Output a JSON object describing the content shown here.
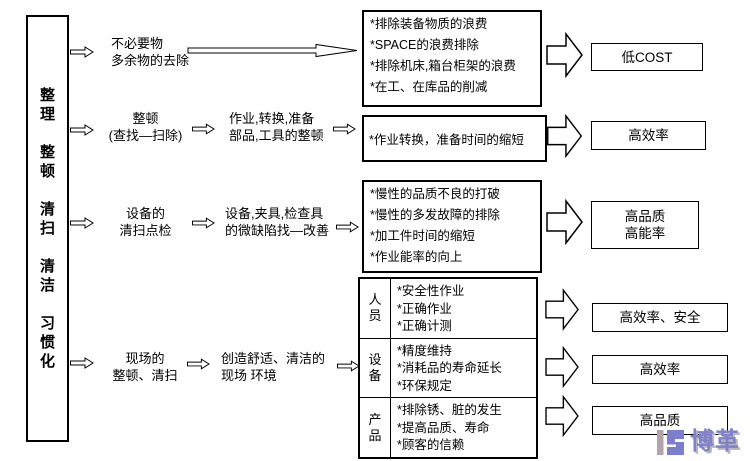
{
  "left_panel": {
    "text": "整\n理\n\n整\n顿\n\n清\n扫\n\n清\n洁\n\n习\n惯\n化"
  },
  "rows": [
    {
      "label": "不必要物\n多余物的去除",
      "effects": [
        "*排除装备物质的浪费",
        "*SPACE的浪费排除",
        "*排除机床,箱台柜架的浪费",
        "*在工、在库品的削减"
      ],
      "result": "低COST"
    },
    {
      "label": "整顿\n(查找—扫除)",
      "middle": "作业,转换,准备\n部品,工具的整顿",
      "effects": [
        "*作业转换，准备时间的缩短"
      ],
      "result": "高效率"
    },
    {
      "label": "设备的\n清扫点检",
      "middle": "设备,夹具,检查具\n的微缺陷找—改善",
      "effects": [
        "*慢性的品质不良的打破",
        "*慢性的多发故障的排除",
        "*加工件时间的缩短",
        "*作业能率的向上"
      ],
      "result": "高品质\n高能率"
    },
    {
      "label": "现场的\n整顿、清扫",
      "middle": "创造舒适、清洁的\n现场 环境",
      "categories": [
        {
          "name": "人\n员",
          "items": [
            "*安全性作业",
            "*正确作业",
            "*正确计测"
          ],
          "result": "高效率、安全"
        },
        {
          "name": "设\n备",
          "items": [
            "*精度维持",
            "*消耗品的寿命延长",
            "*环保规定"
          ],
          "result": "高效率"
        },
        {
          "name": "产\n品",
          "items": [
            "*排除锈、脏的发生",
            "*提高品质、寿命",
            "*顾客的信赖"
          ],
          "result": "高品质"
        }
      ]
    }
  ],
  "logo": {
    "text": "博革",
    "primary_color": "#7d7dcd",
    "secondary_color": "#b3a3ab"
  }
}
